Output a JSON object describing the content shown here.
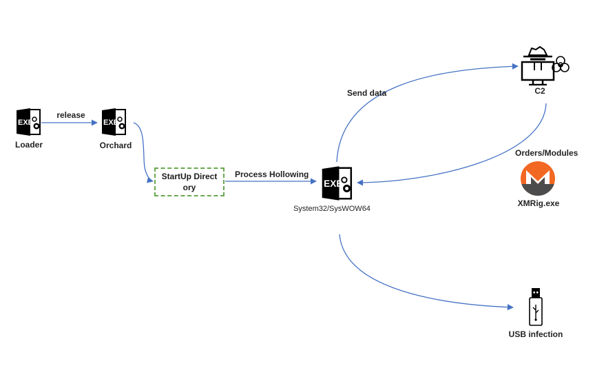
{
  "diagram": {
    "colors": {
      "edge": "#4472c4",
      "startup_border": "#6aa84f",
      "monero_orange": "#f26822",
      "monero_gray": "#4c4c4c"
    },
    "nodes": {
      "loader": {
        "label": "Loader",
        "icon": "exe-icon"
      },
      "orchard": {
        "label": "Orchard",
        "icon": "exe-icon"
      },
      "startup": {
        "label": "StartUp Directory",
        "line1": "StartUp Direct",
        "line2": "ory"
      },
      "system32": {
        "label": "System32/SysWOW64",
        "icon": "exe-icon"
      },
      "c2": {
        "label": "C2",
        "icon": "hacker-monitor-biohazard-icon"
      },
      "xmrig": {
        "label": "XMRig.exe",
        "icon": "monero-icon"
      },
      "usb": {
        "label": "USB infection",
        "icon": "usb-drive-icon"
      }
    },
    "edges": {
      "release": {
        "from": "loader",
        "to": "orchard",
        "label": "release"
      },
      "orchard_to_startup": {
        "from": "orchard",
        "to": "startup",
        "label": ""
      },
      "process_hollowing": {
        "from": "startup",
        "to": "system32",
        "label": "Process Hollowing"
      },
      "send_data": {
        "from": "system32",
        "to": "c2",
        "label": "Send data"
      },
      "orders": {
        "from": "c2",
        "to": "system32",
        "label": "Orders/Modules"
      },
      "usb_infection": {
        "from": "system32",
        "to": "usb",
        "label": ""
      }
    }
  }
}
